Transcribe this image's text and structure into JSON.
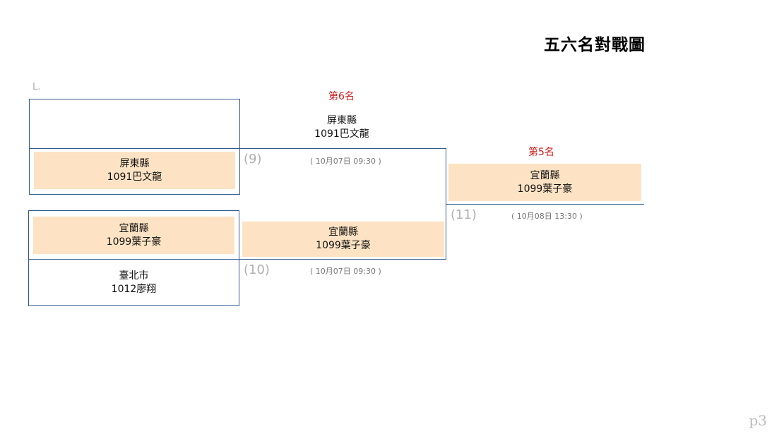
{
  "title": "五六名對戰圖",
  "corner_mark": "L.",
  "page_label": "p3",
  "round1": {
    "match9": {
      "number": "(9)",
      "top": {
        "name": "",
        "player": ""
      },
      "bottom": {
        "name": "屏東縣",
        "player": "1091巴文龍",
        "winner": true
      }
    },
    "match10": {
      "number": "(10)",
      "top": {
        "name": "宜蘭縣",
        "player": "1099葉子豪",
        "winner": true
      },
      "bottom": {
        "name": "臺北市",
        "player": "1012廖翔"
      }
    }
  },
  "round2": {
    "place6_label": "第6名",
    "match9_result": {
      "name": "屏東縣",
      "player": "1091巴文龍",
      "schedule": "( 10月07日 09:30 )"
    },
    "match10_result": {
      "name": "宜蘭縣",
      "player": "1099葉子豪",
      "schedule": "( 10月07日 09:30 )"
    }
  },
  "final": {
    "place5_label": "第5名",
    "number": "(11)",
    "winner": {
      "name": "宜蘭縣",
      "player": "1099葉子豪"
    },
    "schedule": "( 10月08日 13:30 )"
  },
  "colors": {
    "bracket_line": "#2f5a8f",
    "winner_fill": "#fde3c3",
    "place_label": "#d01a1a"
  }
}
